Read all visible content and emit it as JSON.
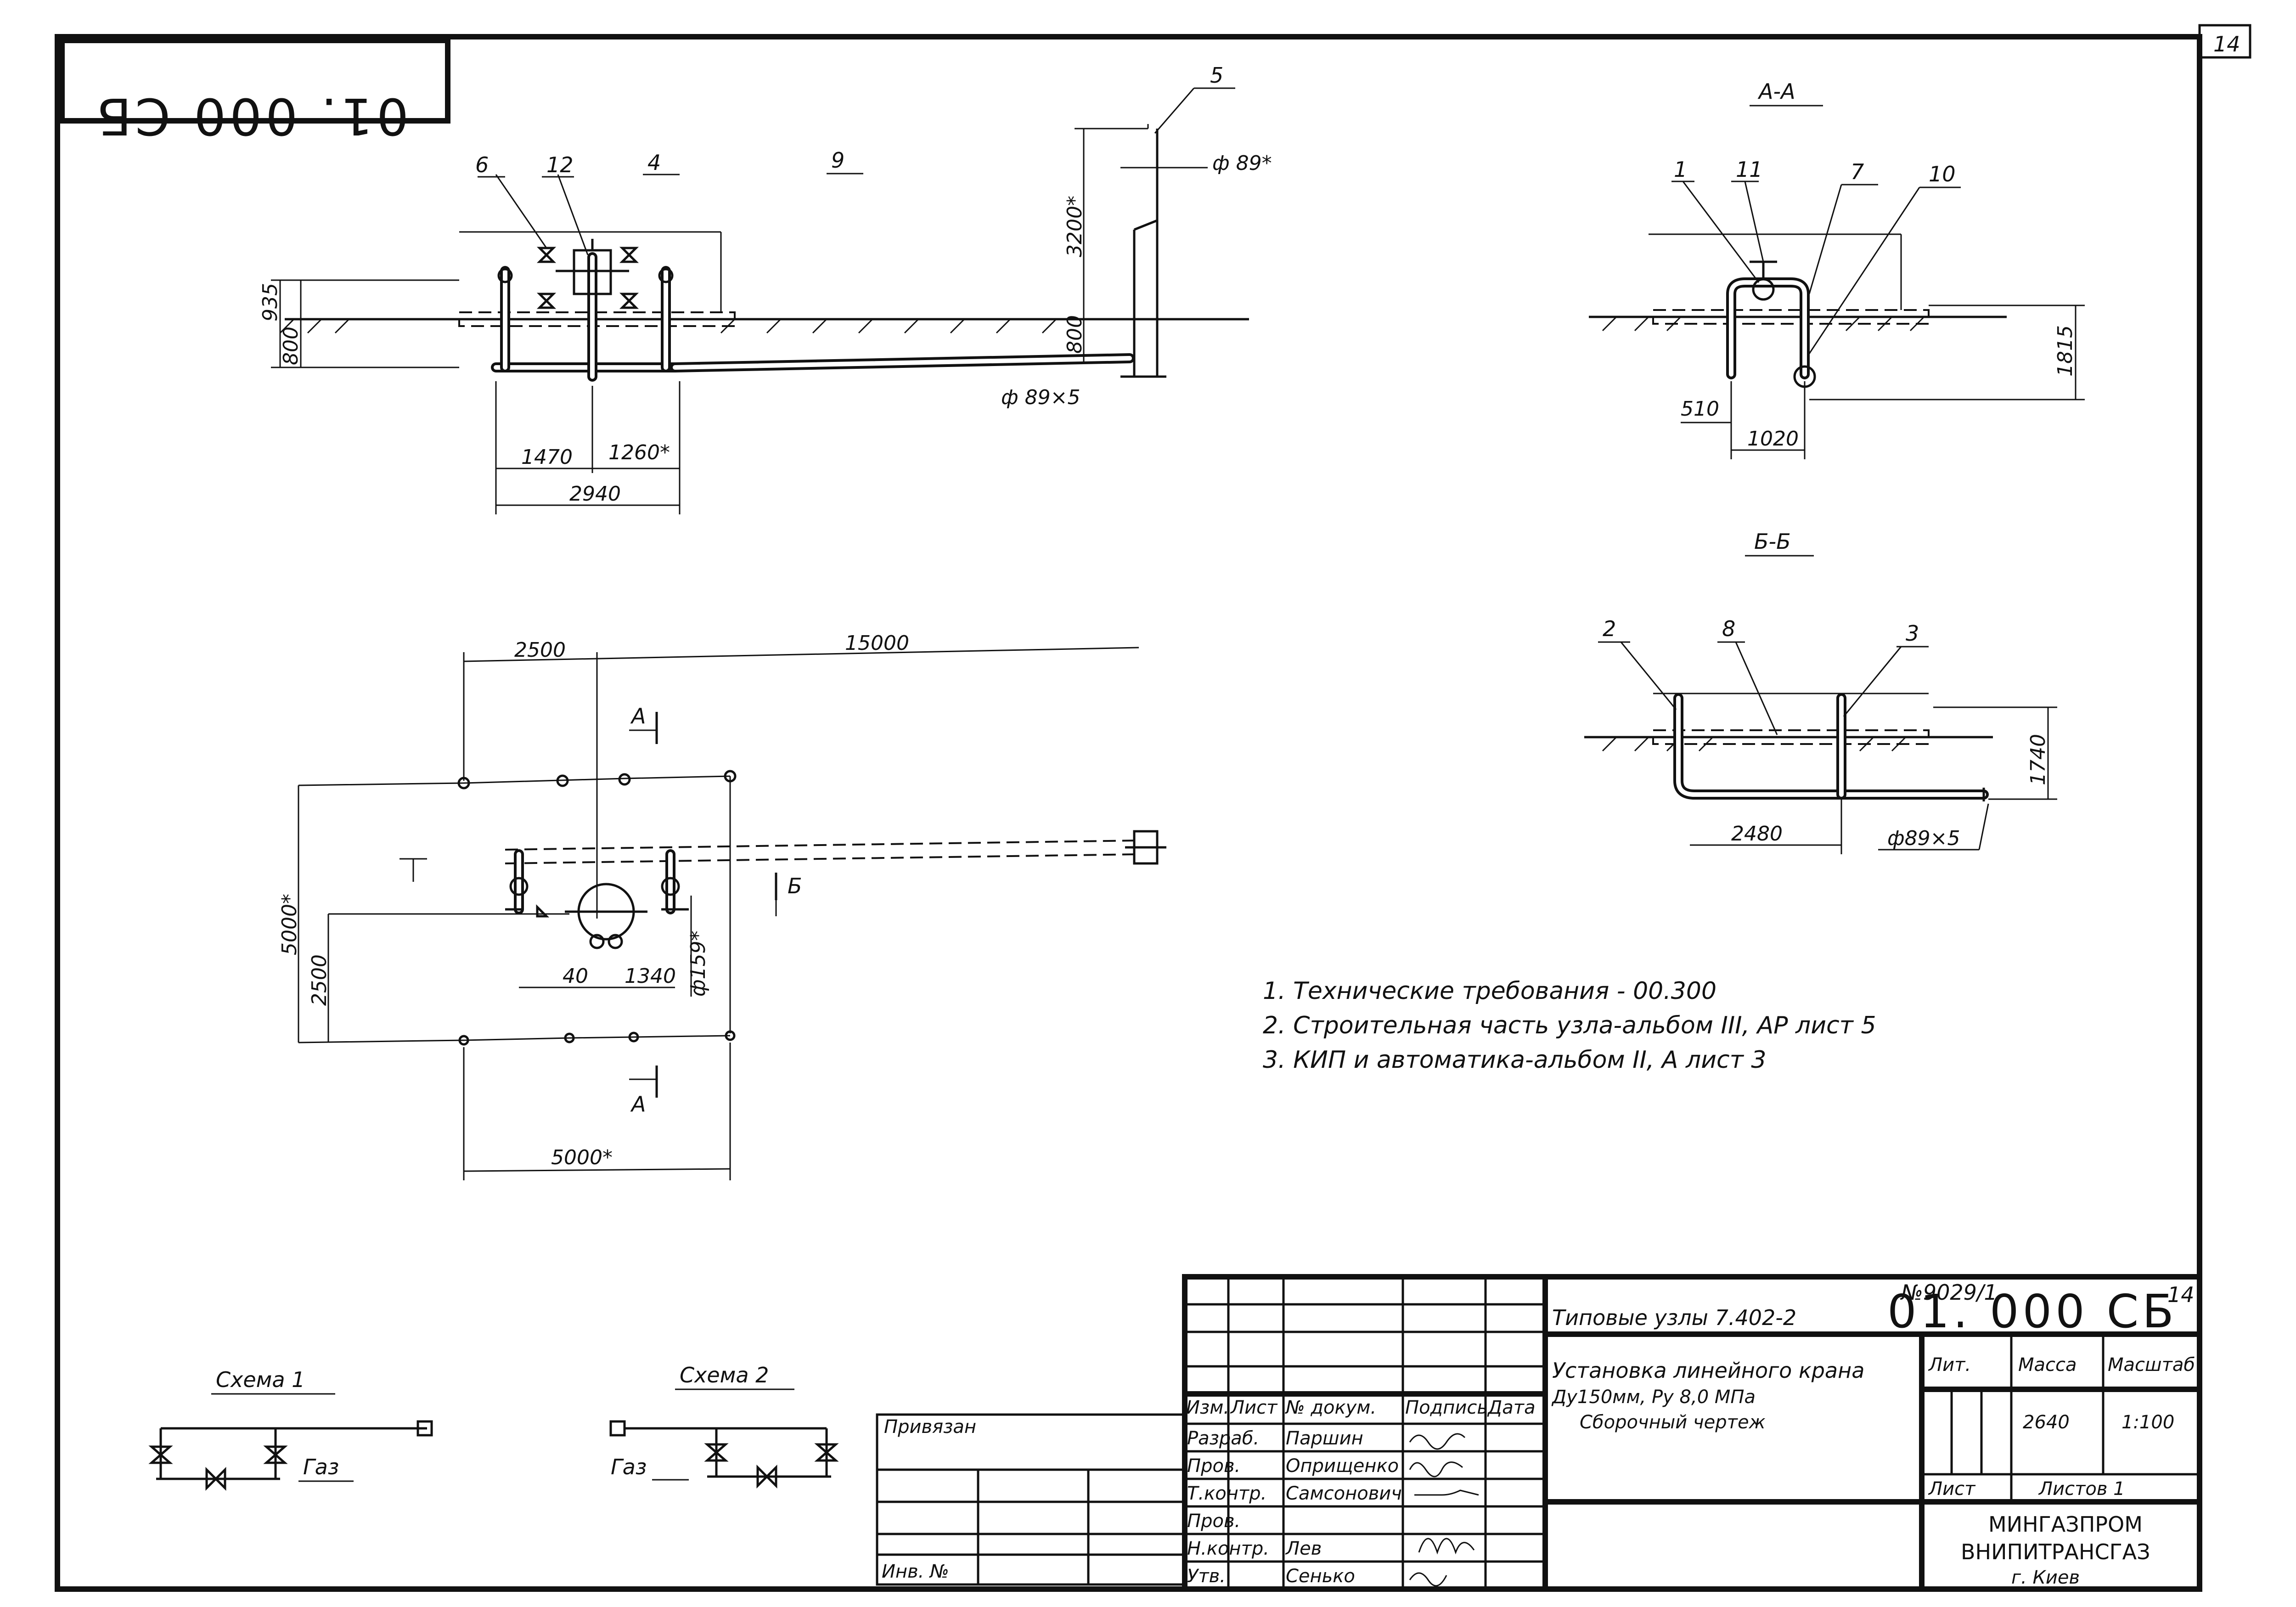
{
  "stamp": {
    "code_upside_down": "01. 000 СБ",
    "sheet_corner": "14"
  },
  "front_view": {
    "callouts": [
      "6",
      "12",
      "4",
      "9",
      "5"
    ],
    "dims": {
      "h1": "935",
      "h2": "800",
      "d1": "1470",
      "d2": "1260*",
      "total": "2940",
      "tall": "3200*",
      "low": "800",
      "pipe_top": "ф 89*",
      "pipe": "ф 89×5"
    }
  },
  "plan_view": {
    "dims": {
      "top_a": "2500",
      "top_total": "15000",
      "side_total": "5000*",
      "side_half": "2500",
      "small_a": "40",
      "small_b": "1340",
      "diam": "ф159*",
      "bottom": "5000*"
    },
    "section_marks": {
      "a_top": "А",
      "a_bottom": "А",
      "b": "Б"
    }
  },
  "section_aa": {
    "title": "А-А",
    "callouts": [
      "1",
      "11",
      "7",
      "10"
    ],
    "dims": {
      "height": "1815",
      "left": "510",
      "width": "1020"
    }
  },
  "section_bb": {
    "title": "Б-Б",
    "callouts": [
      "2",
      "8",
      "3"
    ],
    "dims": {
      "height": "1740",
      "length": "2480",
      "pipe": "ф89×5"
    }
  },
  "notes": [
    "1. Технические требования - 00.300",
    "2. Строительная часть узла-альбом III, АР лист 5",
    "3. КИП и автоматика-альбом II, А лист 3"
  ],
  "schemes": {
    "s1": {
      "title": "Схема 1",
      "gas": "Газ"
    },
    "s2": {
      "title": "Схема 2",
      "gas": "Газ"
    }
  },
  "title_block": {
    "doc_no": "№9029/1",
    "sheet_top": "14",
    "series_label": "Типовые узлы 7.402-2",
    "code": "01. 000 СБ",
    "name_line1": "Установка линейного крана",
    "name_line2": "Ду150мм, Ру 8,0 МПа",
    "name_line3": "Сборочный чертеж",
    "header": {
      "izm": "Изм.",
      "list": "Лист",
      "doc": "№ докум.",
      "sign": "Подпись",
      "date": "Дата"
    },
    "roles": [
      {
        "role": "Разраб.",
        "name": "Паршин"
      },
      {
        "role": "Пров.",
        "name": "Оприщенко"
      },
      {
        "role": "Т.контр.",
        "name": "Самсонович"
      },
      {
        "role": "Пров.",
        "name": ""
      },
      {
        "role": "Н.контр.",
        "name": "Лев"
      },
      {
        "role": "Утв.",
        "name": "Сенько"
      }
    ],
    "lit_label": "Лит.",
    "mass_label": "Масса",
    "scale_label": "Масштаб",
    "mass": "2640",
    "scale": "1:100",
    "list_label": "Лист",
    "lists_label": "Листов 1",
    "org1": "МИНГАЗПРОМ",
    "org2": "ВНИПИТРАНСГАЗ",
    "org3": "г. Киев",
    "privyazan": "Привязан",
    "inv": "Инв. №"
  }
}
